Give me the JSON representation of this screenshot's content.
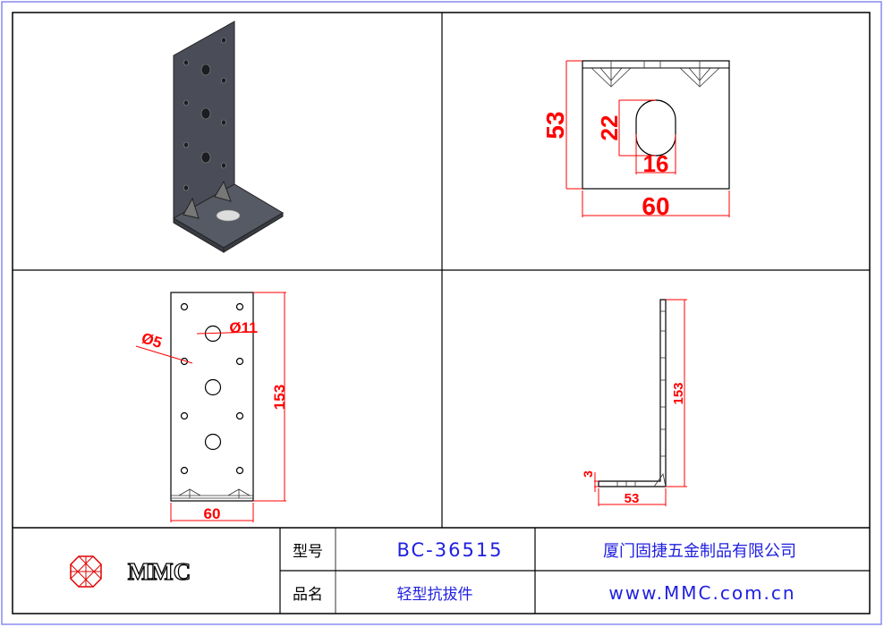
{
  "colors": {
    "dimension": "#ff0000",
    "title_text": "#2020e0",
    "frame": "#000000",
    "part": "#4a4d57"
  },
  "views": {
    "top_view": {
      "height": "53",
      "width": "60",
      "slot_height": "22",
      "slot_width": "16"
    },
    "front_view": {
      "large_hole": "Ø11",
      "small_hole": "Ø5",
      "height": "153",
      "width": "60"
    },
    "side_view": {
      "height": "153",
      "flange": "53",
      "thickness": "3"
    }
  },
  "title_block": {
    "logo_text": "MMC",
    "model_label": "型号",
    "model_value": "BC-36515",
    "name_label": "品名",
    "name_value": "轻型抗拔件",
    "company": "厦门固捷五金制品有限公司",
    "website": "www.MMC.com.cn"
  }
}
